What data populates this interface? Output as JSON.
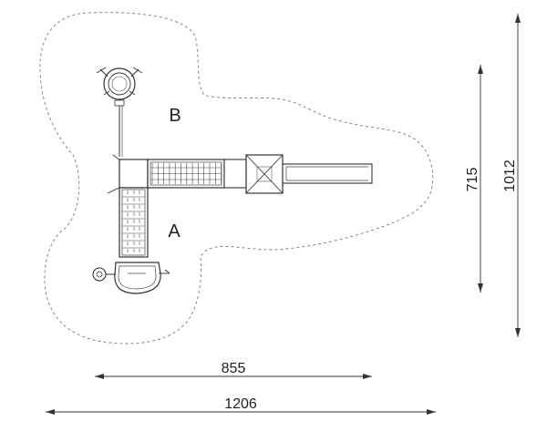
{
  "zones": {
    "a_label": "A",
    "b_label": "B"
  },
  "dimensions": {
    "inner_width": "855",
    "outer_width": "1206",
    "inner_height": "715",
    "outer_height": "1012"
  },
  "colors": {
    "line": "#333333",
    "safety_zone": "#777777",
    "background": "#ffffff"
  }
}
